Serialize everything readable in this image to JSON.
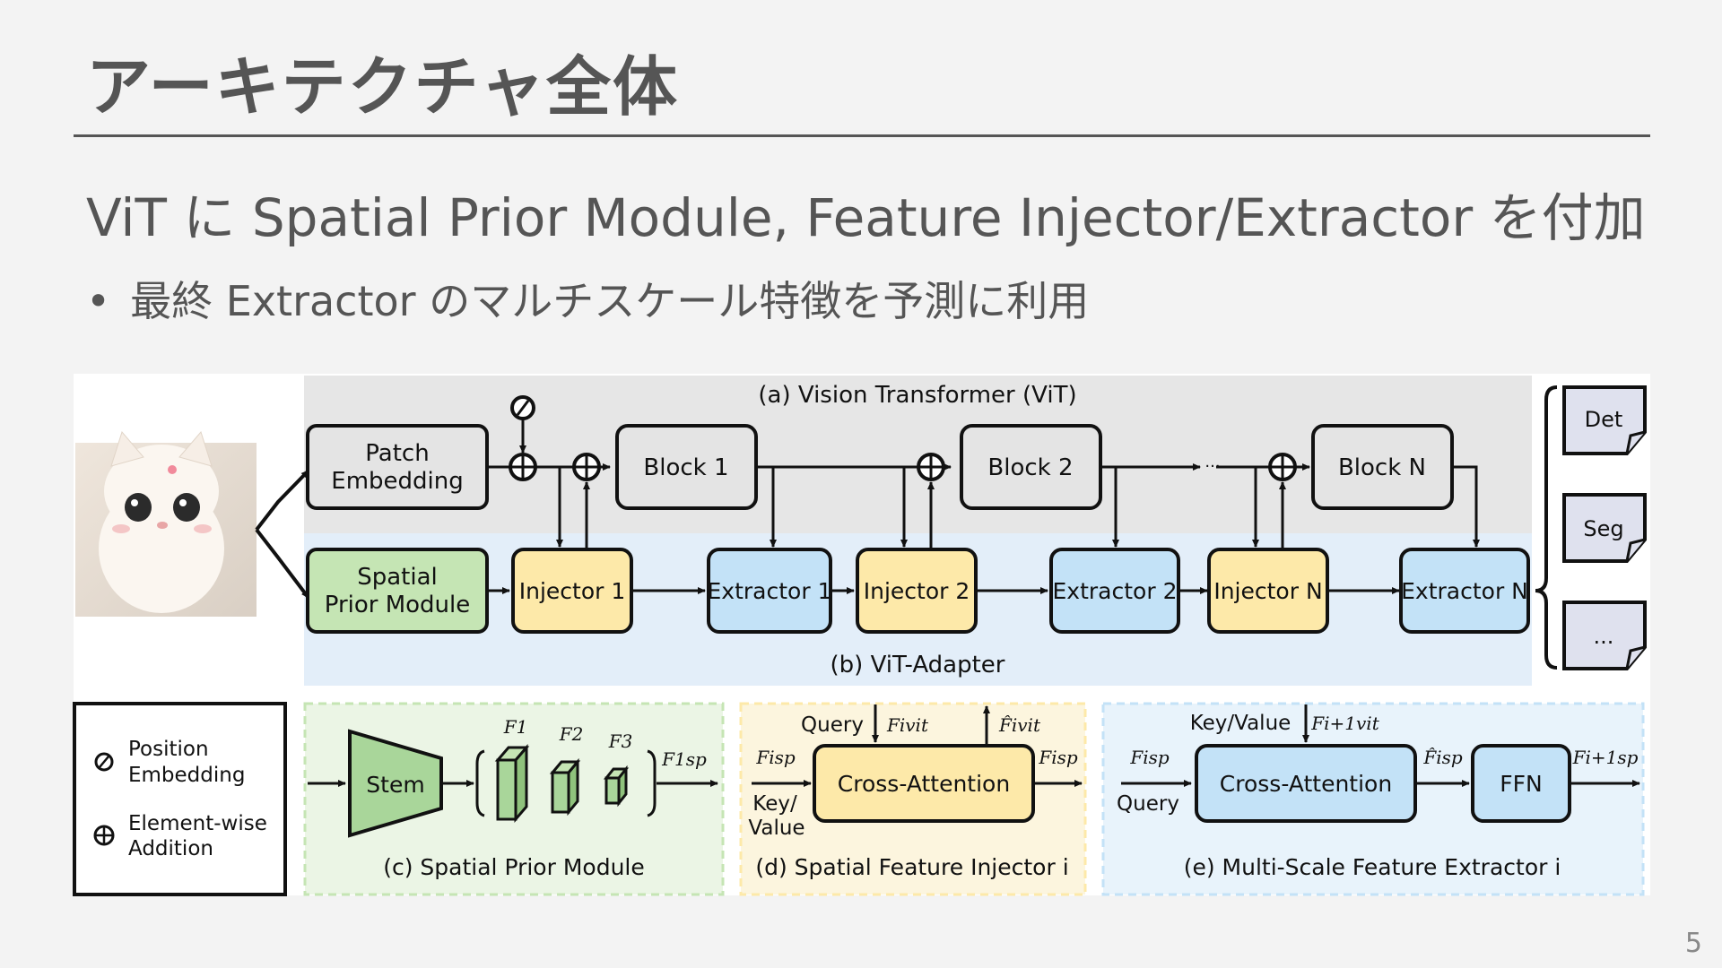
{
  "slide": {
    "title": "アーキテクチャ全体",
    "subtitle": "ViT に Spatial Prior Module, Feature Injector/Extractor を付加",
    "bullet": "最終 Extractor のマルチスケール特徴を予測に利用",
    "page_number": "5"
  },
  "diagram": {
    "vit_region_label": "(a) Vision Transformer (ViT)",
    "adapter_region_label": "(b) ViT-Adapter",
    "patch_embedding": [
      "Patch",
      "Embedding"
    ],
    "spatial_prior_module": [
      "Spatial",
      "Prior Module"
    ],
    "blocks": [
      "Block 1",
      "Block 2",
      "Block N"
    ],
    "injectors": [
      "Injector 1",
      "Injector 2",
      "Injector N"
    ],
    "extractors": [
      "Extractor 1",
      "Extractor 2",
      "Extractor N"
    ],
    "ellipsis": "···",
    "outputs": [
      "Det",
      "Seg",
      "..."
    ],
    "legend": {
      "position_embedding": [
        "Position",
        "Embedding"
      ],
      "element_wise_addition": [
        "Element-wise",
        "Addition"
      ]
    },
    "panel_c": {
      "caption": "(c) Spatial Prior Module",
      "stem": "Stem",
      "features": [
        "F1",
        "F2",
        "F3"
      ],
      "output": "F1sp"
    },
    "panel_d": {
      "caption": "(d) Spatial Feature Injector i",
      "query": "Query",
      "key_value": [
        "Key/",
        "Value"
      ],
      "block": "Cross-Attention",
      "f_vit_in": "Fivit",
      "f_vit_out": "F̂ivit",
      "f_sp_in": "Fisp",
      "f_sp_out": "Fisp"
    },
    "panel_e": {
      "caption": "(e) Multi-Scale Feature Extractor i",
      "key_value": "Key/Value",
      "query": "Query",
      "block": "Cross-Attention",
      "ffn": "FFN",
      "f_vit_in": "Fi+1vit",
      "f_sp_in": "Fisp",
      "f_sp_mid": "F̂isp",
      "f_sp_out": "Fi+1sp"
    },
    "colors": {
      "vit_bg": "#e6e6e6",
      "adapter_bg": "#e3eef9",
      "spm_green": "#c5e5b4",
      "injector_yellow": "#fde9a9",
      "extractor_blue": "#c3e2f7",
      "output_doc": "#dfe1ee"
    }
  }
}
